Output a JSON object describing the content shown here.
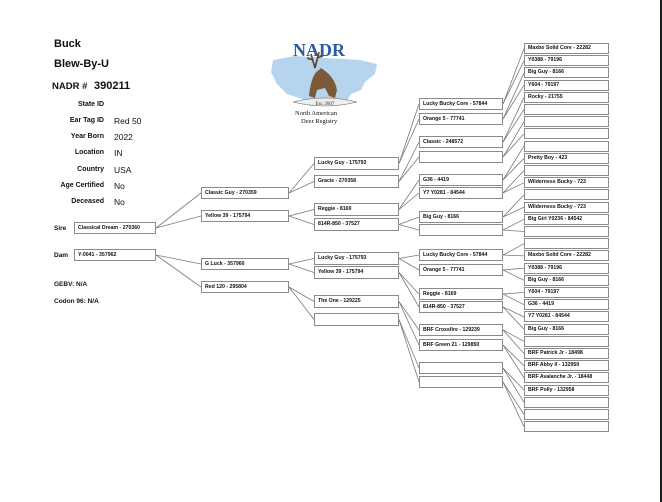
{
  "animal": {
    "type": "Buck",
    "name": "Blew-By-U",
    "nadr_label": "NADR #",
    "nadr_number": "390211"
  },
  "details": [
    {
      "label": "State ID",
      "value": ""
    },
    {
      "label": "Ear Tag ID",
      "value": "Red 50"
    },
    {
      "label": "Year Born",
      "value": "2022"
    },
    {
      "label": "Location",
      "value": "IN"
    },
    {
      "label": "Country",
      "value": "USA"
    },
    {
      "label": "Age Certified",
      "value": "No"
    },
    {
      "label": "Deceased",
      "value": "No"
    }
  ],
  "parents_labels": {
    "sire": "Sire",
    "dam": "Dam"
  },
  "genetics": {
    "gebv": "GEBV: N/A",
    "codon": "Codon 96: N/A"
  },
  "logo": {
    "title": "NADR",
    "est": "Est. 2007",
    "line1": "North American",
    "line2": "Deer Registry",
    "brand_color": "#2a5d9f"
  },
  "pedigree": {
    "gen1": [
      "Classical Dream - 270360",
      "Y-0041 - 357962"
    ],
    "gen2": [
      "Classic Guy - 270359",
      "Yellow 39 - 175794",
      "G Luck - 357960",
      "Red 120 - 295804"
    ],
    "gen3": [
      "Lucky Guy  - 175793",
      "Gracie - 270358",
      "Reggie - 8169",
      "814R-850 - 37527",
      "Lucky Guy  - 175793",
      "Yellow 39 - 175794",
      "The One - 129225",
      ""
    ],
    "gen4": [
      "Lucky Bucky Core - 57844",
      "Orange 5 - 77741",
      "Classic - 248572",
      "",
      "G36 - 4419",
      "Y7  Y0281 - 84544",
      "Big Guy - 8166",
      "",
      "Lucky Bucky Core - 57844",
      "Orange 5 - 77741",
      "Reggie - 8169",
      "814R-850 - 37527",
      "BRF Crossfire - 129239",
      "BRF Green 21 - 129850",
      "",
      ""
    ],
    "gen5": [
      "Maxbo Solid Core - 22282",
      "Y0388 - 79196",
      "Big Guy - 8166",
      "Y604 - 79197",
      "Rocky - 21755",
      "",
      "",
      "",
      "",
      "Pretty Boy - 423",
      "",
      "Wilderness Bucky - 723",
      "",
      "Wilderness Bucky - 723",
      "Big Girl  Y0236 - 84542",
      "",
      "",
      "Maxbo Solid Core - 22282",
      "Y0388 - 79196",
      "Big Guy - 8166",
      "Y604 - 79197",
      "G36 - 4419",
      "Y7  Y0281 - 84544",
      "Big Guy - 8166",
      "",
      "BRF Patrick Jr - 18498",
      "BRF Abby II - 132959",
      "BRF Avalanche Jr. - 18448",
      "BRF Polly - 132958",
      "",
      "",
      ""
    ]
  }
}
